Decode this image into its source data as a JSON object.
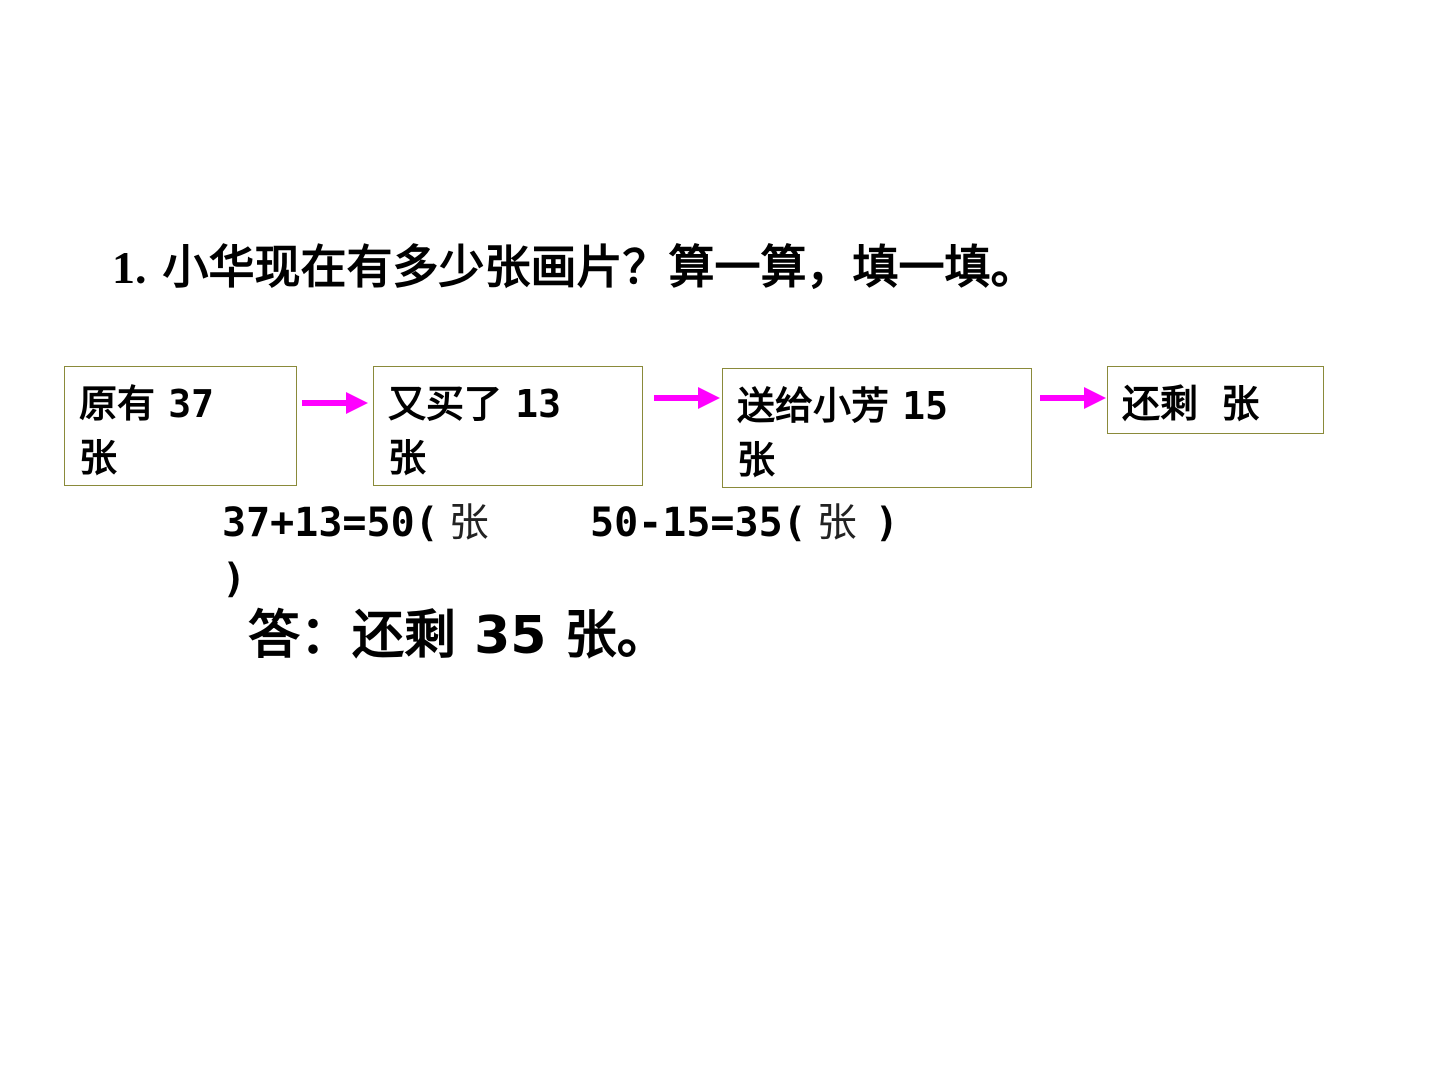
{
  "question": {
    "number": "1.",
    "text": "小华现在有多少张画片？算一算，填一填。"
  },
  "steps": [
    {
      "text": "原有",
      "num": "37",
      "unit": "张"
    },
    {
      "text": "又买了",
      "num": "13",
      "unit": "张"
    },
    {
      "text": "送给小芳",
      "num": "15",
      "unit": "张"
    },
    {
      "text": "还剩",
      "num": "",
      "unit": "张"
    }
  ],
  "arrow_color": "#ff00ff",
  "equations": {
    "eq1": {
      "expr": "37+13=50(",
      "unit": "张",
      "close": ")"
    },
    "eq2": {
      "expr": "50-15=35(",
      "unit": "张",
      "close": ")"
    }
  },
  "answer": "答：还剩 35 张。"
}
